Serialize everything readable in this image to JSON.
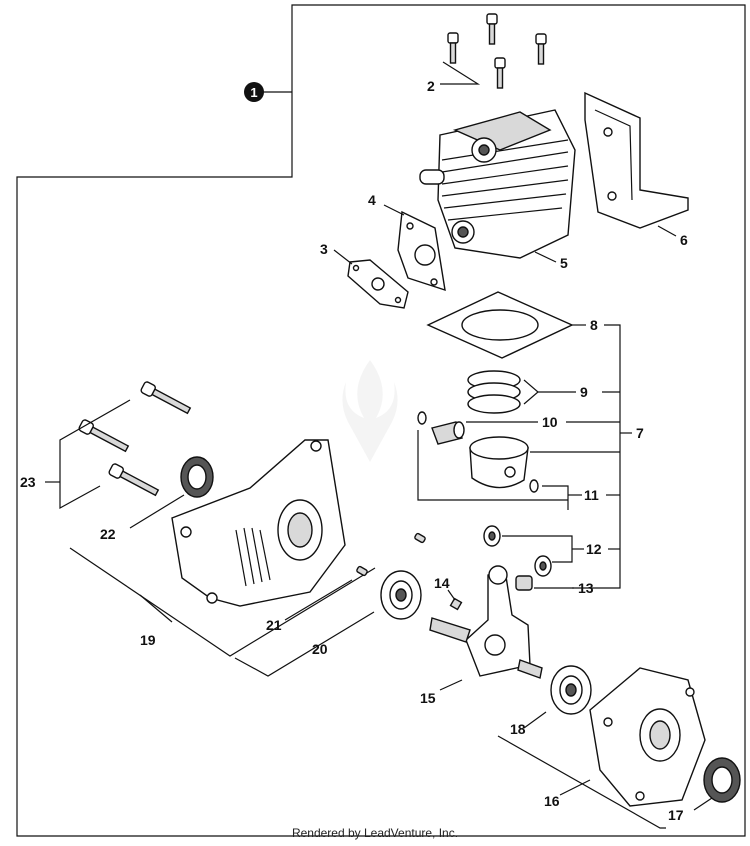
{
  "assembly_marker": "1",
  "callouts": {
    "c2": "2",
    "c3": "3",
    "c4": "4",
    "c5": "5",
    "c6": "6",
    "c7": "7",
    "c8": "8",
    "c9": "9",
    "c10": "10",
    "c11": "11",
    "c12": "12",
    "c13": "13",
    "c14": "14",
    "c15": "15",
    "c16": "16",
    "c17": "17",
    "c18": "18",
    "c19": "19",
    "c20": "20",
    "c21": "21",
    "c22": "22",
    "c23": "23"
  },
  "footer": "Rendered by LeadVenture, Inc."
}
